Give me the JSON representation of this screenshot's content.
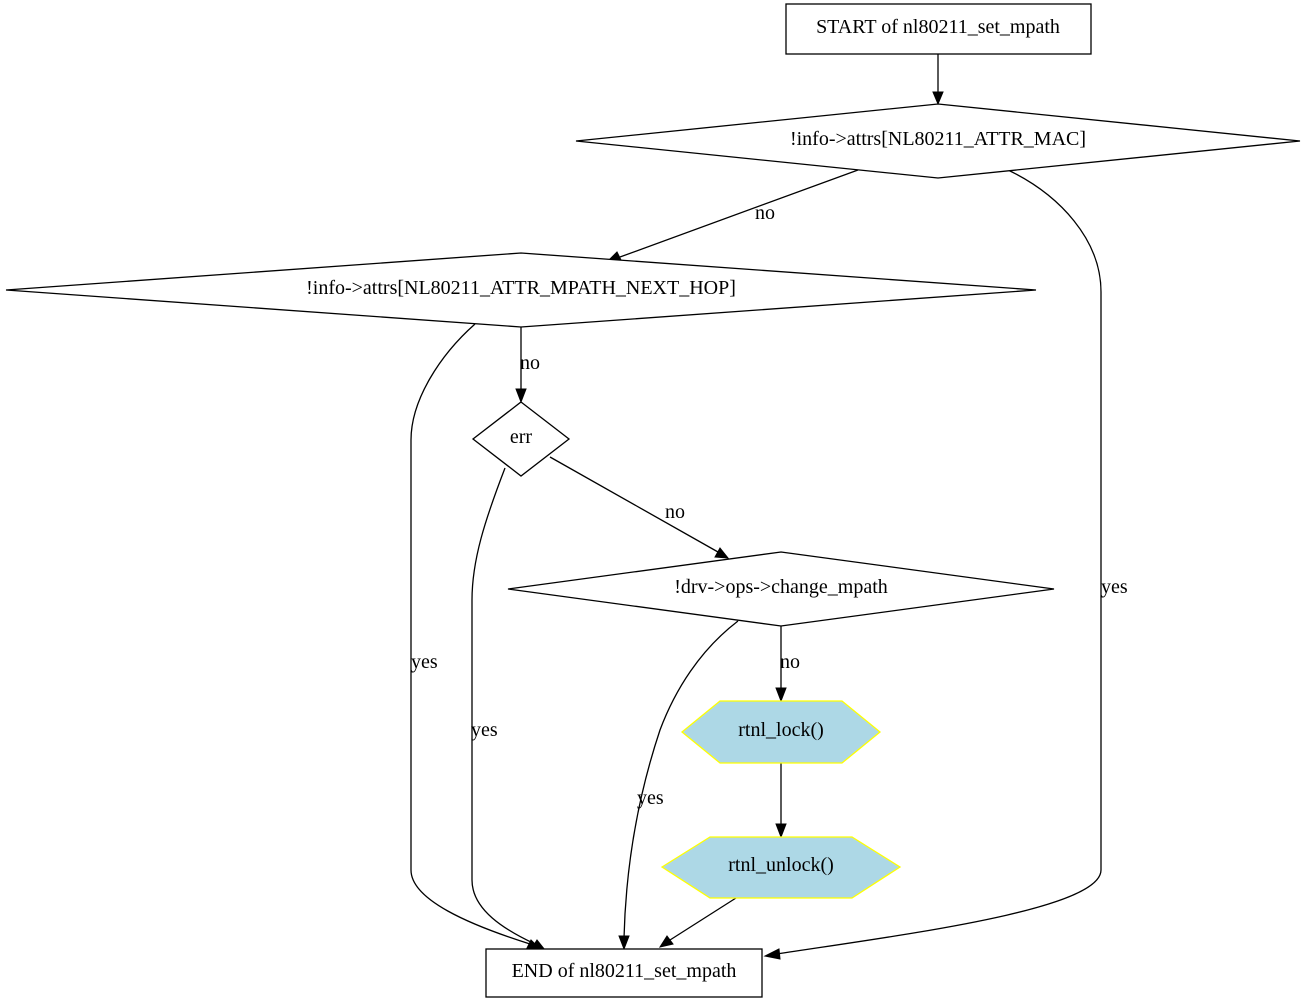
{
  "nodes": {
    "start": "START of nl80211_set_mpath",
    "check_mac": "!info->attrs[NL80211_ATTR_MAC]",
    "check_next_hop": "!info->attrs[NL80211_ATTR_MPATH_NEXT_HOP]",
    "check_err": "err",
    "check_change_mpath": "!drv->ops->change_mpath",
    "rtnl_lock": "rtnl_lock()",
    "rtnl_unlock": "rtnl_unlock()",
    "end": "END of nl80211_set_mpath"
  },
  "edges": {
    "mac_no": "no",
    "mac_yes": "yes",
    "next_hop_no": "no",
    "next_hop_yes": "yes",
    "err_no": "no",
    "err_yes": "yes",
    "change_mpath_no": "no",
    "change_mpath_yes": "yes"
  },
  "colors": {
    "hex_fill": "#add8e6",
    "hex_stroke": "#ffff00"
  }
}
